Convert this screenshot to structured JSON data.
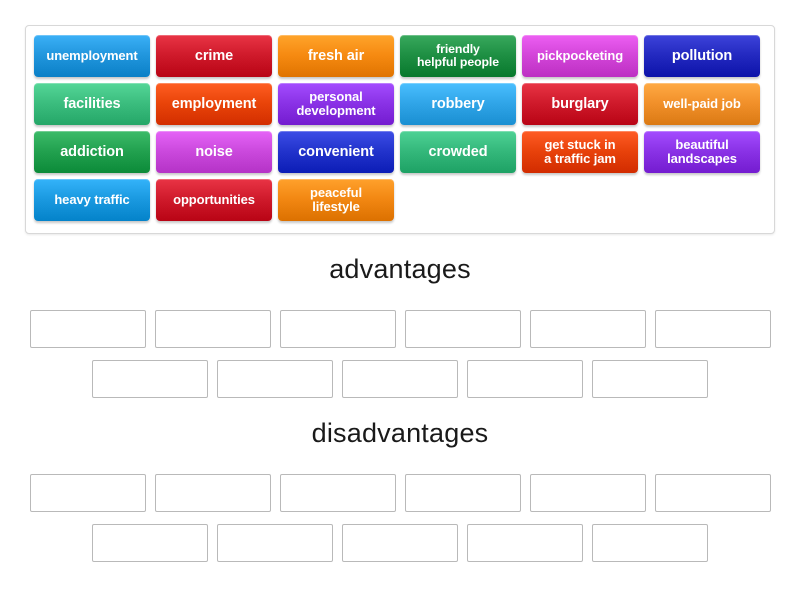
{
  "activity": {
    "type": "group-sort",
    "word_bank": {
      "tiles": [
        {
          "label": "unemployment",
          "color": "#2196dd",
          "size": "small"
        },
        {
          "label": "crime",
          "color": "#cf1a2b",
          "size": "normal"
        },
        {
          "label": "fresh air",
          "color": "#f68a11",
          "size": "normal"
        },
        {
          "label": "friendly\nhelpful people",
          "color": "#1e8f43",
          "size": "tiny"
        },
        {
          "label": "pickpocketing",
          "color": "#d345d9",
          "size": "small"
        },
        {
          "label": "pollution",
          "color": "#2329c0",
          "size": "normal"
        },
        {
          "label": "facilities",
          "color": "#3bbd7e",
          "size": "normal"
        },
        {
          "label": "employment",
          "color": "#e94409",
          "size": "normal"
        },
        {
          "label": "personal\ndevelopment",
          "color": "#8a32e6",
          "size": "small"
        },
        {
          "label": "robbery",
          "color": "#30a5e8",
          "size": "normal"
        },
        {
          "label": "burglary",
          "color": "#cf1a2b",
          "size": "normal"
        },
        {
          "label": "well-paid job",
          "color": "#f1902a",
          "size": "small"
        },
        {
          "label": "addiction",
          "color": "#22a14f",
          "size": "normal"
        },
        {
          "label": "noise",
          "color": "#cb49dd",
          "size": "normal"
        },
        {
          "label": "convenient",
          "color": "#2233cc",
          "size": "normal"
        },
        {
          "label": "crowded",
          "color": "#34b87b",
          "size": "normal"
        },
        {
          "label": "get stuck in\na traffic jam",
          "color": "#e8420b",
          "size": "small"
        },
        {
          "label": "beautiful\nlandscapes",
          "color": "#8a32e6",
          "size": "small"
        },
        {
          "label": "heavy traffic",
          "color": "#1a99e0",
          "size": "small"
        },
        {
          "label": "opportunities",
          "color": "#cf1a2b",
          "size": "small"
        },
        {
          "label": "peaceful\nlifestyle",
          "color": "#f28712",
          "size": "small"
        }
      ]
    },
    "categories": [
      {
        "title": "advantages",
        "rows": [
          {
            "slots": [
              "",
              "",
              "",
              "",
              "",
              ""
            ]
          },
          {
            "slots": [
              "",
              "",
              "",
              "",
              ""
            ]
          }
        ]
      },
      {
        "title": "disadvantages",
        "rows": [
          {
            "slots": [
              "",
              "",
              "",
              "",
              "",
              ""
            ]
          },
          {
            "slots": [
              "",
              "",
              "",
              "",
              ""
            ]
          }
        ]
      }
    ]
  }
}
